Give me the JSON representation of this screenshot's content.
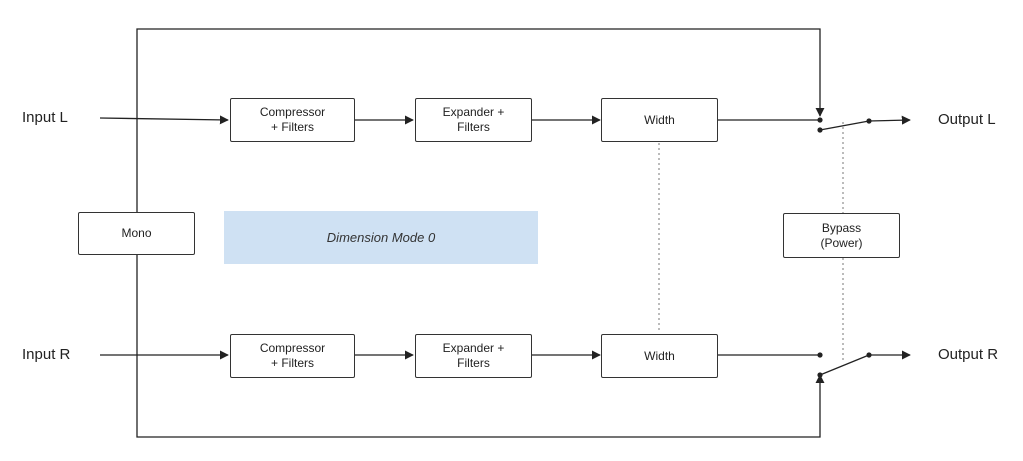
{
  "io": {
    "input_l": "Input L",
    "input_r": "Input R",
    "output_l": "Output L",
    "output_r": "Output R"
  },
  "blocks": {
    "compressor_l": [
      "Compressor",
      "+ Filters"
    ],
    "expander_l": [
      "Expander +",
      "Filters"
    ],
    "width_l": "Width",
    "compressor_r": [
      "Compressor",
      "+ Filters"
    ],
    "expander_r": [
      "Expander +",
      "Filters"
    ],
    "width_r": "Width",
    "mono": "Mono",
    "bypass": [
      "Bypass",
      "(Power)"
    ]
  },
  "mode_label": "Dimension Mode 0"
}
